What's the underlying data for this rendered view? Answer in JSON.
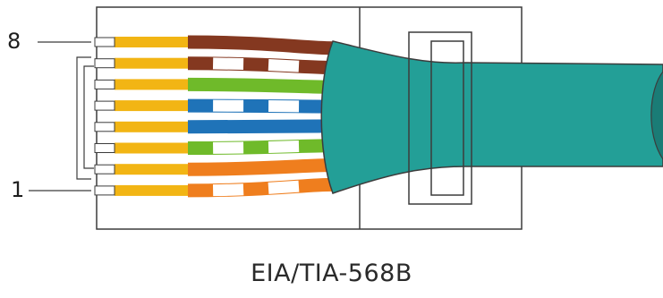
{
  "pin_labels": {
    "top": "8",
    "bottom": "1"
  },
  "caption": "EIA/TIA-568B",
  "colors": {
    "contact": "#f2b514",
    "outline": "#3c3c3c",
    "jacket": "#239f97",
    "jacket_dark": "#1a7c76",
    "white": "#ffffff"
  },
  "wires": [
    {
      "pin": 8,
      "name": "brown",
      "color": "#843820",
      "striped": false
    },
    {
      "pin": 7,
      "name": "white-brown",
      "color": "#843820",
      "striped": true
    },
    {
      "pin": 6,
      "name": "green",
      "color": "#6fba2a",
      "striped": false
    },
    {
      "pin": 5,
      "name": "white-blue",
      "color": "#1f73b8",
      "striped": true
    },
    {
      "pin": 4,
      "name": "blue",
      "color": "#1f73b8",
      "striped": false
    },
    {
      "pin": 3,
      "name": "white-green",
      "color": "#6fba2a",
      "striped": true
    },
    {
      "pin": 2,
      "name": "orange",
      "color": "#ef7e1e",
      "striped": false
    },
    {
      "pin": 1,
      "name": "white-orange",
      "color": "#ef7e1e",
      "striped": true
    }
  ]
}
